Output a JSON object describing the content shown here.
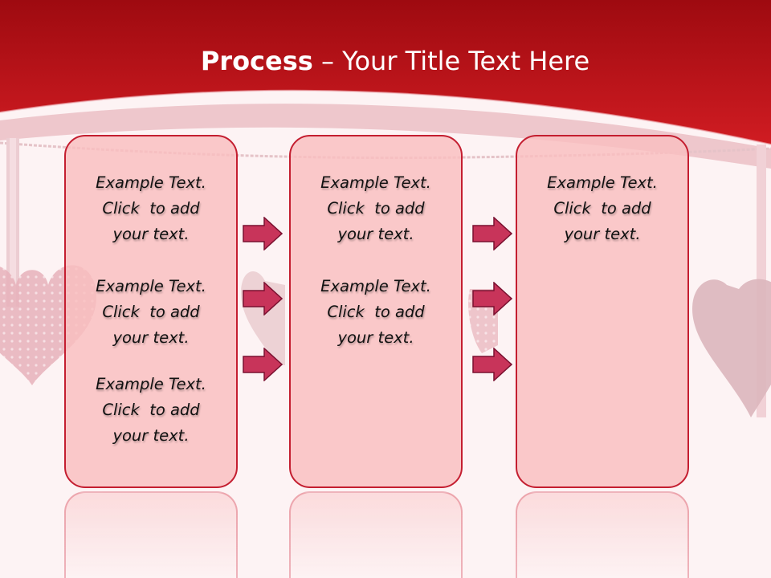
{
  "slide": {
    "title_bold": "Process",
    "title_rest": "  – Your Title Text Here",
    "colors": {
      "header_red": "#c41521",
      "box_fill": "#f9bec0",
      "box_border": "#c41e30",
      "arrow_fill": "#c8345a"
    },
    "columns": [
      {
        "blocks": [
          {
            "line1": "Example Text.",
            "line2": "Click  to add",
            "line3": "your text."
          },
          {
            "line1": "Example Text.",
            "line2": "Click  to add",
            "line3": "your text."
          },
          {
            "line1": "Example Text.",
            "line2": "Click  to add",
            "line3": "your text."
          }
        ]
      },
      {
        "blocks": [
          {
            "line1": "Example Text.",
            "line2": "Click  to add",
            "line3": "your text."
          },
          {
            "line1": "Example Text.",
            "line2": "Click  to add",
            "line3": "your text."
          }
        ]
      },
      {
        "blocks": [
          {
            "line1": "Example Text.",
            "line2": "Click  to add",
            "line3": "your text."
          }
        ]
      }
    ],
    "arrow_icon": "right-arrow-icon"
  }
}
